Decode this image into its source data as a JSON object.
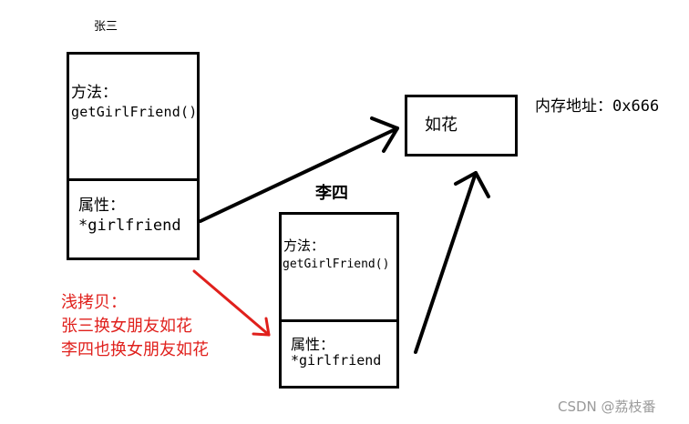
{
  "object_a": {
    "name": "张三",
    "methods_label": "方法：",
    "method": "getGirlFriend()",
    "fields_label": "属性：",
    "field": "*girlfriend"
  },
  "object_b": {
    "name": "李四",
    "methods_label": "方法：",
    "method": "getGirlFriend()",
    "fields_label": "属性：",
    "field": "*girlfriend"
  },
  "target": {
    "name": "如花",
    "address": "内存地址：0x666"
  },
  "note": {
    "line1": "浅拷贝：",
    "line2": "张三换女朋友如花",
    "line3": "李四也换女朋友如花"
  },
  "watermark": "CSDN @荔枝番",
  "colors": {
    "note": "#e0201c",
    "stroke": "#000000"
  }
}
